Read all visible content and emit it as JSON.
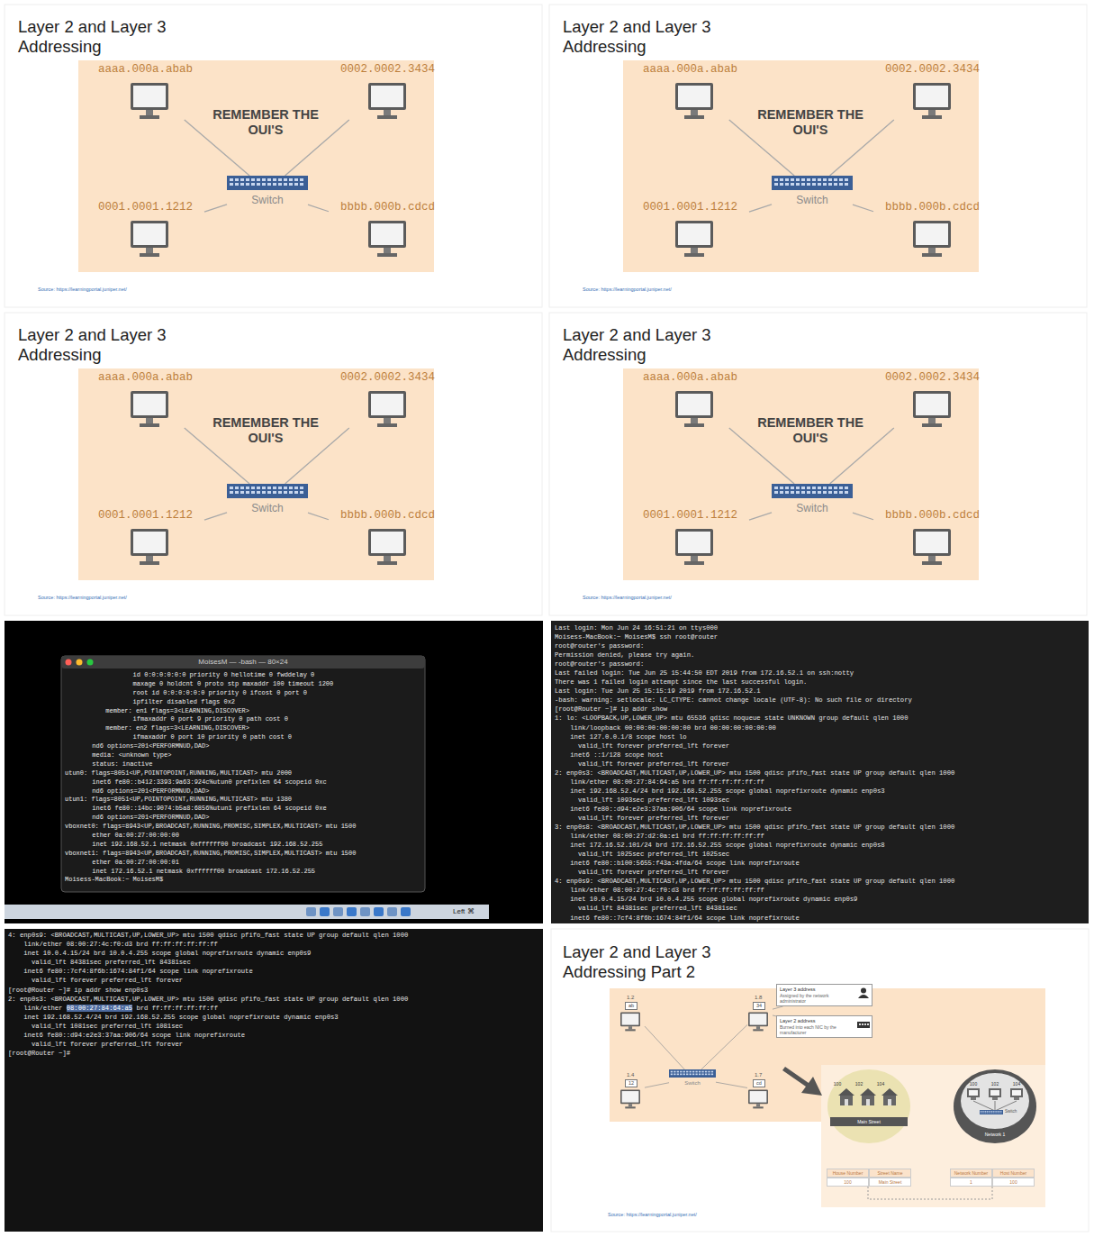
{
  "diagram": {
    "nodes": [
      {
        "text": [
          "Switch"
        ]
      },
      {
        "text": [
          "aaaa.000a.abab"
        ]
      },
      {
        "text": [
          "0002.0002.3434"
        ]
      },
      {
        "text": [
          "0001.0001.1212"
        ]
      },
      {
        "text": [
          "bbbb.000b.cdcd"
        ]
      },
      {
        "text": [
          "Switch"
        ]
      },
      {
        "text": [
          "aaaa.000a.abab"
        ]
      },
      {
        "text": [
          "0002.0002.3434"
        ]
      },
      {
        "text": [
          "0001.0001.1212"
        ]
      },
      {
        "text": [
          "bbbb.000b.cdcd"
        ]
      },
      {
        "text": [
          "Switch"
        ]
      },
      {
        "text": [
          "aaaa.000a.abab"
        ]
      },
      {
        "text": [
          "0002.0002.3434"
        ]
      },
      {
        "text": [
          "0001.0001.1212"
        ]
      },
      {
        "text": [
          "bbbb.000b.cdcd"
        ]
      },
      {
        "text": [
          "Switch"
        ]
      },
      {
        "text": [
          "aaaa.000a.abab"
        ]
      },
      {
        "text": [
          "0002.0002.3434"
        ]
      },
      {
        "text": [
          "0001.0001.1212"
        ]
      },
      {
        "text": [
          "bbbb.000b.cdcd"
        ]
      },
      {
        "text": [
          "Switch"
        ]
      },
      {
        "text": [
          "1.2",
          "ab"
        ]
      },
      {
        "text": [
          "1.8",
          "34"
        ]
      },
      {
        "text": [
          "1.4",
          "12"
        ]
      },
      {
        "text": [
          "1.7",
          "cd"
        ]
      },
      {
        "text": [
          "Layer 3 address",
          "Assigned by the network administrator"
        ]
      },
      {
        "text": [
          "Layer 2 address",
          "Burned into each NIC by the manufacturer"
        ]
      },
      {
        "text": [
          "Main Street"
        ]
      },
      {
        "text": [
          "Network 1"
        ]
      },
      {
        "text": [
          "Switch"
        ],
        "in": 28
      }
    ],
    "edges": [
      {
        "from": 0,
        "to": 1,
        "arrow": "none"
      },
      {
        "from": 0,
        "to": 2,
        "arrow": "none"
      },
      {
        "from": 0,
        "to": 3,
        "arrow": "none"
      },
      {
        "from": 0,
        "to": 4,
        "arrow": "none"
      },
      {
        "from": 5,
        "to": 6,
        "arrow": "none"
      },
      {
        "from": 5,
        "to": 7,
        "arrow": "none"
      },
      {
        "from": 5,
        "to": 8,
        "arrow": "none"
      },
      {
        "from": 5,
        "to": 9,
        "arrow": "none"
      },
      {
        "from": 10,
        "to": 11,
        "arrow": "none"
      },
      {
        "from": 10,
        "to": 12,
        "arrow": "none"
      },
      {
        "from": 10,
        "to": 13,
        "arrow": "none"
      },
      {
        "from": 10,
        "to": 14,
        "arrow": "none"
      },
      {
        "from": 15,
        "to": 16,
        "arrow": "none"
      },
      {
        "from": 15,
        "to": 17,
        "arrow": "none"
      },
      {
        "from": 15,
        "to": 18,
        "arrow": "none"
      },
      {
        "from": 15,
        "to": 19,
        "arrow": "none"
      },
      {
        "from": 20,
        "to": 21,
        "arrow": "none"
      },
      {
        "from": 20,
        "to": 22,
        "arrow": "none"
      },
      {
        "from": 20,
        "to": 23,
        "arrow": "none"
      },
      {
        "from": 20,
        "to": 24,
        "arrow": "none"
      },
      {
        "from": 25,
        "to": 22,
        "arrow": "none"
      },
      {
        "from": 26,
        "to": 22,
        "arrow": "none"
      }
    ],
    "labels": [
      "Layer 2 and Layer 3 Addressing",
      "Layer 2 and Layer 3 Addressing",
      "Layer 2 and Layer 3 Addressing",
      "Layer 2 and Layer 3 Addressing",
      "REMEMBER THE OUI'S",
      "REMEMBER THE OUI'S",
      "REMEMBER THE OUI'S",
      "REMEMBER THE OUI'S",
      "Source: https://learningportal.juniper.net/",
      "Source: https://learningportal.juniper.net/",
      "Source: https://learningportal.juniper.net/",
      "Source: https://learningportal.juniper.net/",
      "MoisesM — -bash — 80×24",
      "id 0:0:0:0:0:0 priority 0 hellotime 0 fwddelay 0",
      "maxage 0 holdcnt 0 proto stp maxaddr 100 timeout 1200",
      "root id 0:0:0:0:0:0 priority 0 ifcost 0 port 0",
      "ipfilter disabled flags 0x2",
      "member: en1 flags=3<LEARNING,DISCOVER>",
      "ifmaxaddr 0 port 9 priority 0 path cost 0",
      "member: en2 flags=3<LEARNING,DISCOVER>",
      "ifmaxaddr 0 port 10 priority 0 path cost 0",
      "nd6 options=201<PERFORMNUD,DAD>",
      "media: <unknown type>",
      "status: inactive",
      "utun0: flags=8051<UP,POINTOPOINT,RUNNING,MULTICAST> mtu 2000",
      "inet6 fe80::b412:3393:9a63:924c%utun0 prefixlen 64 scopeid 0xc",
      "nd6 options=201<PERFORMNUD,DAD>",
      "utun1: flags=8051<UP,POINTOPOINT,RUNNING,MULTICAST> mtu 1380",
      "inet6 fe80::14bc:9074:b5a8:6856%utun1 prefixlen 64 scopeid 0xe",
      "nd6 options=201<PERFORMNUD,DAD>",
      "vboxnet0: flags=8943<UP,BROADCAST,RUNNING,PROMISC,SIMPLEX,MULTICAST> mtu 1500",
      "ether 0a:00:27:00:00:00",
      "inet 192.168.52.1 netmask 0xffffff00 broadcast 192.168.52.255",
      "vboxnet1: flags=8943<UP,BROADCAST,RUNNING,PROMISC,SIMPLEX,MULTICAST> mtu 1500",
      "ether 0a:00:27:00:00:01",
      "inet 172.16.52.1 netmask 0xffffff00 broadcast 172.16.52.255",
      "Moisess-MacBook:~ MoisesM$",
      "Left ⌘",
      "Last login: Mon Jun 24 16:51:21 on ttys000",
      "Moisess-MacBook:~ MoisesM$ ssh root@router",
      "root@router's password:",
      "Permission denied, please try again.",
      "root@router's password:",
      "Last failed login: Tue Jun 25 15:44:50 EDT 2019 from 172.16.52.1 on ssh:notty",
      "There was 1 failed login attempt since the last successful login.",
      "Last login: Tue Jun 25 15:15:19 2019 from 172.16.52.1",
      "-bash: warning: setlocale: LC_CTYPE: cannot change locale (UTF-8): No such file or directory",
      "[root@Router ~]# ip addr show",
      "1: lo: <LOOPBACK,UP,LOWER_UP> mtu 65536 qdisc noqueue state UNKNOWN group default qlen 1000",
      "link/loopback 00:00:00:00:00:00 brd 00:00:00:00:00:00",
      "inet 127.0.0.1/8 scope host lo",
      "valid_lft forever preferred_lft forever",
      "inet6 ::1/128 scope host",
      "valid_lft forever preferred_lft forever",
      "2: enp0s3: <BROADCAST,MULTICAST,UP,LOWER_UP> mtu 1500 qdisc pfifo_fast state UP group default qlen 1000",
      "link/ether 08:00:27:84:64:a5 brd ff:ff:ff:ff:ff:ff",
      "inet 192.168.52.4/24 brd 192.168.52.255 scope global noprefixroute dynamic enp0s3",
      "valid_lft 1093sec preferred_lft 1093sec",
      "inet6 fe80::d94:e2e3:37aa:906/64 scope link noprefixroute",
      "valid_lft forever preferred_lft forever",
      "3: enp0s8: <BROADCAST,MULTICAST,UP,LOWER_UP> mtu 1500 qdisc pfifo_fast state UP group default qlen 1000",
      "link/ether 08:00:27:d2:0a:e1 brd ff:ff:ff:ff:ff:ff",
      "inet 172.16.52.101/24 brd 172.16.52.255 scope global noprefixroute dynamic enp0s8",
      "valid_lft 1025sec preferred_lft 1025sec",
      "inet6 fe80::b100:5655:f43a:4fda/64 scope link noprefixroute",
      "valid_lft forever preferred_lft forever",
      "4: enp0s9: <BROADCAST,MULTICAST,UP,LOWER_UP> mtu 1500 qdisc pfifo_fast state UP group default qlen 1000",
      "link/ether 08:00:27:4c:f0:d3 brd ff:ff:ff:ff:ff:ff",
      "inet 10.0.4.15/24 brd 10.0.4.255 scope global noprefixroute dynamic enp0s9",
      "valid_lft 84381sec preferred_lft 84381sec",
      "inet6 fe80::7cf4:8f6b:1674:84f1/64 scope link noprefixroute",
      "4: enp0s9: <BROADCAST,MULTICAST,UP,LOWER_UP> mtu 1500 qdisc pfifo_fast state UP group default qlen 1000",
      "link/ether 08:00:27:4c:f0:d3 brd ff:ff:ff:ff:ff:ff",
      "inet 10.0.4.15/24 brd 10.0.4.255 scope global noprefixroute dynamic enp0s9",
      "valid_lft 84381sec preferred_lft 84381sec",
      "inet6 fe80::7cf4:8f6b:1674:84f1/64 scope link noprefixroute",
      "valid_lft forever preferred_lft forever",
      "[root@Router ~]# ip addr show enp0s3",
      "2: enp0s3: <BROADCAST,MULTICAST,UP,LOWER_UP> mtu 1500 qdisc pfifo_fast state UP group default qlen 1000",
      "link/ether",
      "08:00:27:84:64:a5",
      "brd ff:ff:ff:ff:ff:ff",
      "inet 192.168.52.4/24 brd 192.168.52.255 scope global noprefixroute dynamic enp0s3",
      "valid_lft 1081sec preferred_lft 1081sec",
      "inet6 fe80::d94:e2e3:37aa:906/64 scope link noprefixroute",
      "valid_lft forever preferred_lft forever",
      "[root@Router ~]#",
      "Layer 2 and Layer 3 Addressing Part 2",
      "100",
      "102",
      "104",
      "100",
      "102",
      "104",
      "House Number",
      "Street Name",
      "100",
      "Main Street",
      "Network Number",
      "Host Number",
      "1",
      "100",
      "Source: https://learningportal.juniper.net/"
    ]
  }
}
